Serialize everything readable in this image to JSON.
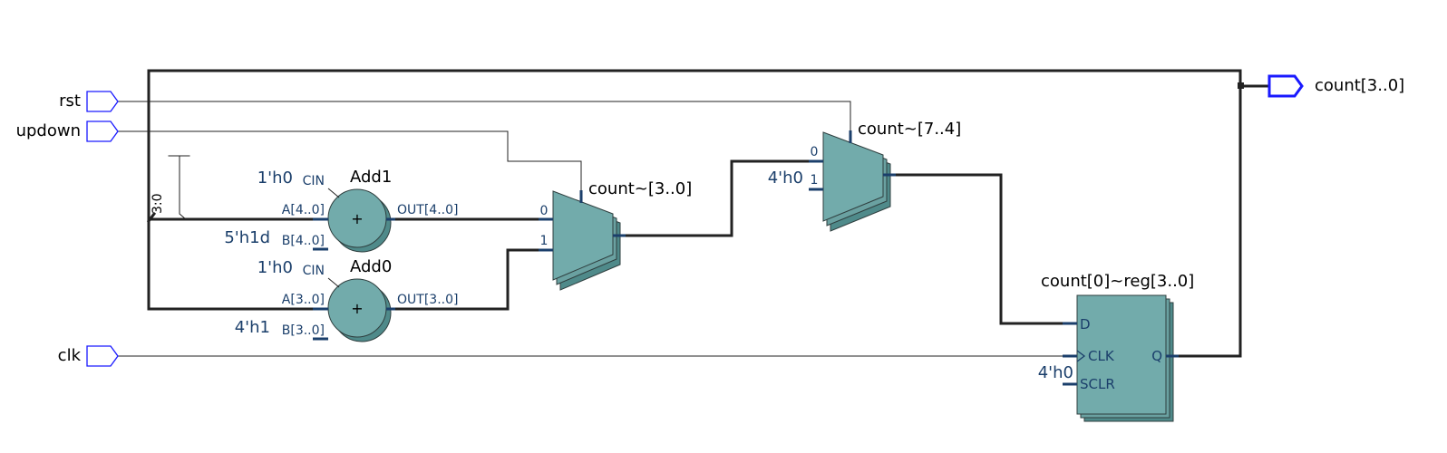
{
  "colors": {
    "block_fill": "#72abab",
    "block_shadow": "#4f8a8a",
    "block_stroke": "#2f3f3f",
    "port_stroke": "#1a1aff",
    "wire": "#222222",
    "pin_stub": "#1b3f6b",
    "const_text": "#1b3f6b"
  },
  "inputs": {
    "rst": "rst",
    "updown": "updown",
    "clk": "clk"
  },
  "outputs": {
    "count": "count[3..0]"
  },
  "bus_tap": "3:0",
  "add1": {
    "name": "Add1",
    "op": "+",
    "pin_cin": "CIN",
    "pin_a": "A[4..0]",
    "pin_b": "B[4..0]",
    "pin_out": "OUT[4..0]",
    "const_cin": "1'h0",
    "const_b": "5'h1d"
  },
  "add0": {
    "name": "Add0",
    "op": "+",
    "pin_cin": "CIN",
    "pin_a": "A[3..0]",
    "pin_b": "B[3..0]",
    "pin_out": "OUT[3..0]",
    "const_cin": "1'h0",
    "const_b": "4'h1"
  },
  "mux_a": {
    "name": "count~[3..0]",
    "in0": "0",
    "in1": "1"
  },
  "mux_b": {
    "name": "count~[7..4]",
    "in0": "0",
    "in1": "1",
    "const_1": "4'h0"
  },
  "reg": {
    "name": "count[0]~reg[3..0]",
    "pin_d": "D",
    "pin_clk": "CLK",
    "pin_sclr": "SCLR",
    "pin_q": "Q",
    "const_sclr": "4'h0"
  }
}
